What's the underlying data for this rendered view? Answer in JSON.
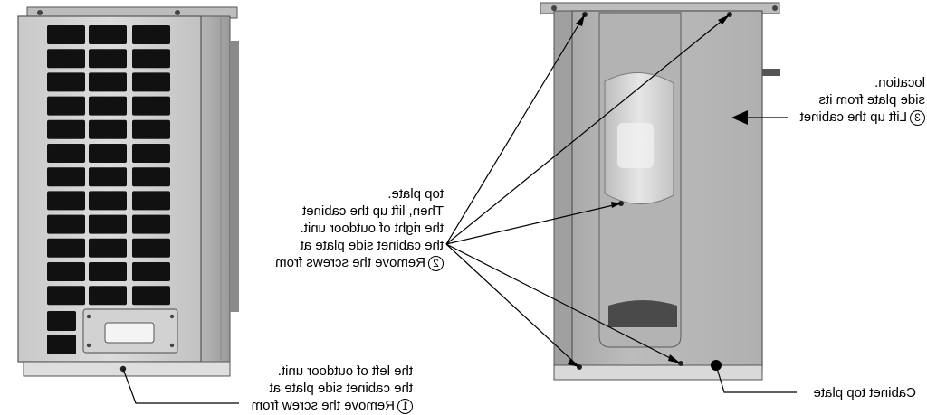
{
  "callouts": {
    "step1": {
      "number": "1",
      "lines": [
        "Remove the screw from",
        "the cabinet side plate at",
        "the left of outdoor unit."
      ]
    },
    "step2": {
      "number": "2",
      "lines": [
        "Remove the screws from",
        "the cabinet side plate at",
        "the right of outdoor unit.",
        "Then, lift up the cabinet",
        "top plate."
      ]
    },
    "step3": {
      "number": "3",
      "lines": [
        "Lift up the cabinet",
        "side plate from its",
        "location."
      ]
    },
    "cabinet_top_plate": {
      "label": "Cabinet top plate"
    }
  }
}
